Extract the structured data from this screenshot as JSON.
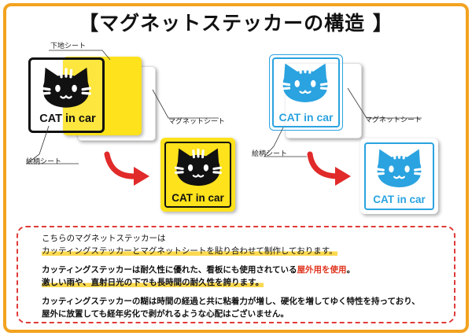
{
  "title": "【マグネットステッカーの構造 】",
  "labels": {
    "base_sheet": "下地シート",
    "magnet_sheet_left": "マグネットシート",
    "magnet_sheet_right": "マグネットシート",
    "design_sheet_left": "絵柄シート",
    "design_sheet_right": "絵柄シート"
  },
  "sticker_text": {
    "left_stack": "CAT in car",
    "left_result": "CAT in car",
    "right_stack": "CAT in car",
    "right_result": "CAT in car"
  },
  "colors": {
    "frame": "#f3a21f",
    "yellow": "#fde21c",
    "blue": "#2aa3e0",
    "arrow_red": "#e12a2a",
    "dashed_border": "#e03a3a",
    "highlight": "#fbd94f"
  },
  "notes": {
    "p1_line1": "こちらのマグネットステッカーは",
    "p1_line2": "カッティングステッカーとマグネットシートを貼り合わせて制作しております。",
    "p2_line1_a": "カッティングステッカーは耐久性に優れた、看板にも使用されている",
    "p2_line1_b": "屋外用を使用",
    "p2_line1_c": "。",
    "p2_line2": "激しい雨や、直射日光の下でも長時間の耐久性を誇ります。",
    "p3_line1": "カッティングステッカーの糊は時間の経過と共に粘着力が増し、硬化を増してゆく特性を持っており、",
    "p3_line2": "屋外に放置しても経年劣化で剥がれるような心配はございません。"
  },
  "icons": [
    "cat-face-icon",
    "curved-arrow-icon"
  ]
}
